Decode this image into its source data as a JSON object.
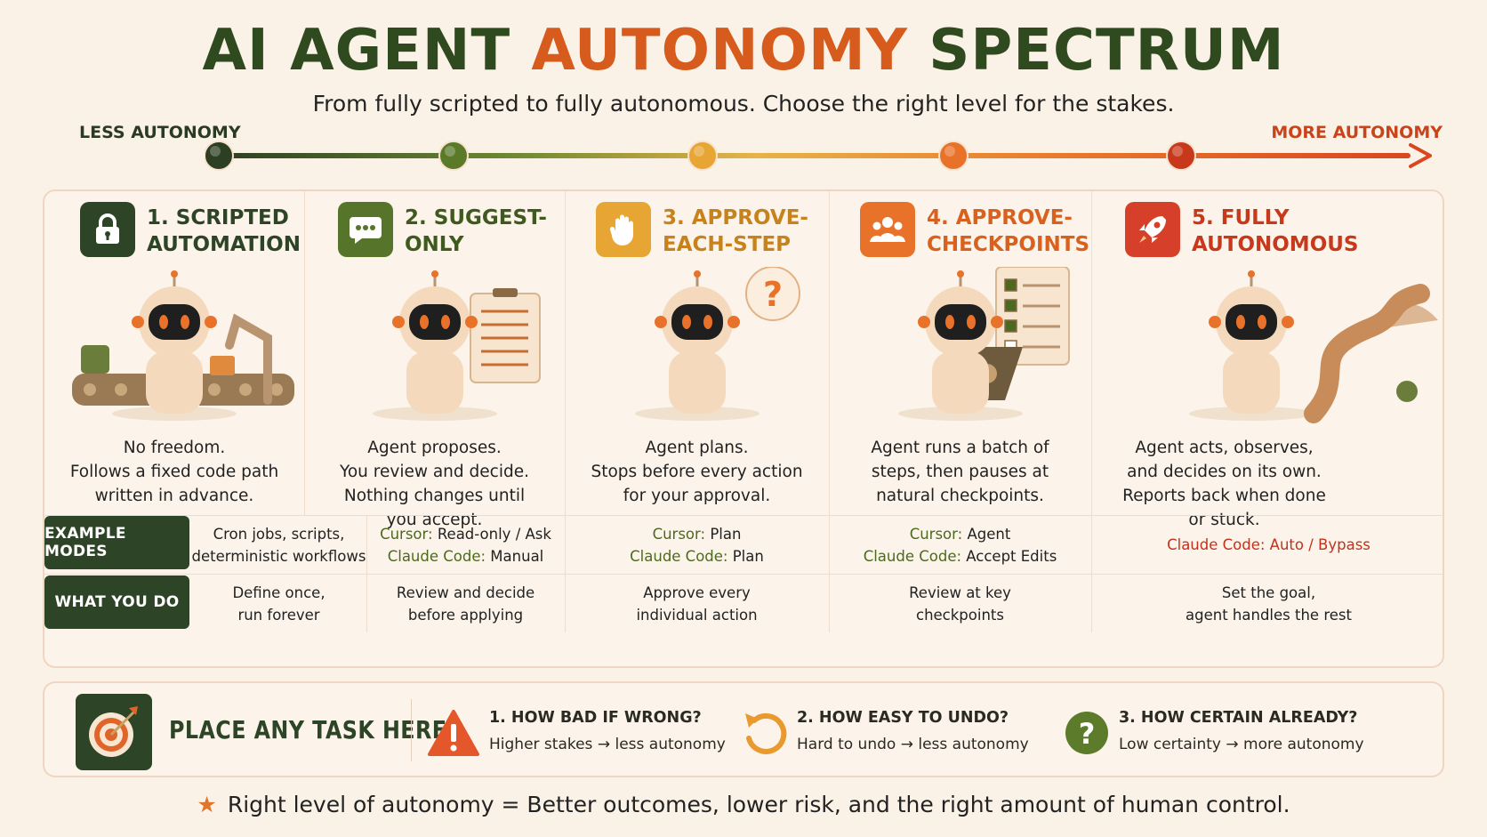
{
  "header": {
    "title_part1": "AI AGENT",
    "title_accent": "AUTONOMY",
    "title_part2": "SPECTRUM",
    "subtitle": "From fully scripted to fully autonomous. Choose the right level for the stakes."
  },
  "spectrum": {
    "less_label": "LESS AUTONOMY",
    "more_label": "MORE AUTONOMY",
    "node_colors": [
      "#2d3f22",
      "#5a7a2a",
      "#e7a533",
      "#e9722a",
      "#c8391c"
    ]
  },
  "levels": [
    {
      "title": "1. SCRIPTED AUTOMATION",
      "icon": "lock-icon",
      "color": "#2d4426",
      "title_color": "#2d4426",
      "desc": [
        "No freedom.",
        "Follows a fixed code path",
        "written in advance."
      ]
    },
    {
      "title": "2. SUGGEST-ONLY",
      "icon": "chat-bubble-icon",
      "color": "#56752b",
      "title_color": "#3e5a1f",
      "desc": [
        "Agent proposes.",
        "You review and decide.",
        "Nothing changes until",
        "you accept."
      ]
    },
    {
      "title": "3. APPROVE-EACH-STEP",
      "icon": "hand-stop-icon",
      "color": "#e7a533",
      "title_color": "#c8821c",
      "desc": [
        "Agent plans.",
        "Stops before every action",
        "for your approval."
      ]
    },
    {
      "title": "4. APPROVE-CHECKPOINTS",
      "icon": "people-group-icon",
      "color": "#e9722a",
      "title_color": "#d9611d",
      "desc": [
        "Agent runs a batch of",
        "steps, then pauses at",
        "natural checkpoints."
      ]
    },
    {
      "title": "5. FULLY AUTONOMOUS",
      "icon": "rocket-icon",
      "color": "#d6402a",
      "title_color": "#c8391c",
      "desc": [
        "Agent acts, observes,",
        "and decides on its own.",
        "Reports back when done",
        "or stuck."
      ]
    }
  ],
  "example_modes": {
    "label": "EXAMPLE MODES",
    "cells": [
      {
        "lines": [
          {
            "plain": "Cron jobs, scripts,"
          },
          {
            "plain": "deterministic workflows"
          }
        ]
      },
      {
        "lines": [
          {
            "key": "Cursor:",
            "val": " Read-only / Ask"
          },
          {
            "key": "Claude Code:",
            "val": " Manual"
          }
        ]
      },
      {
        "lines": [
          {
            "key": "Cursor:",
            "val": " Plan"
          },
          {
            "key": "Claude Code:",
            "val": " Plan"
          }
        ]
      },
      {
        "lines": [
          {
            "key": "Cursor:",
            "val": " Agent"
          },
          {
            "key": "Claude Code:",
            "val": " Accept Edits"
          }
        ]
      },
      {
        "lines": [
          {
            "red": "Claude Code: Auto / Bypass"
          }
        ]
      }
    ]
  },
  "what_you_do": {
    "label": "WHAT YOU DO",
    "cells": [
      [
        "Define once,",
        "run forever"
      ],
      [
        "Review and decide",
        "before applying"
      ],
      [
        "Approve every",
        "individual action"
      ],
      [
        "Review at key",
        "checkpoints"
      ],
      [
        "Set the goal,",
        "agent handles the rest"
      ]
    ]
  },
  "task_panel": {
    "title": "PLACE ANY TASK HERE",
    "questions": [
      {
        "head": "1. HOW BAD IF WRONG?",
        "sub": "Higher stakes → less autonomy",
        "icon": "warning-triangle-icon"
      },
      {
        "head": "2. HOW EASY TO UNDO?",
        "sub": "Hard to undo → less autonomy",
        "icon": "undo-arrow-icon"
      },
      {
        "head": "3. HOW CERTAIN ALREADY?",
        "sub": "Low certainty → more autonomy",
        "icon": "question-circle-icon"
      }
    ]
  },
  "footer": {
    "text": "Right level of autonomy = Better outcomes, lower risk, and the right amount of human control."
  }
}
